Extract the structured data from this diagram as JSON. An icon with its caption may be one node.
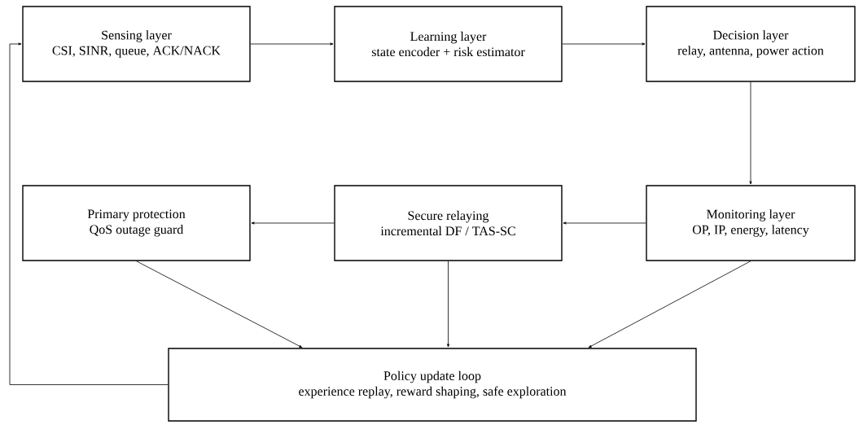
{
  "diagram": {
    "nodes": [
      {
        "text": [
          "Sensing layer",
          "CSI, SINR, queue, ACK/NACK"
        ]
      },
      {
        "text": [
          "Learning layer",
          "state encoder + risk estimator"
        ]
      },
      {
        "text": [
          "Decision layer",
          "relay, antenna, power action"
        ]
      },
      {
        "text": [
          "Primary protection",
          "QoS outage guard"
        ]
      },
      {
        "text": [
          "Secure relaying",
          "incremental DF / TAS-SC"
        ]
      },
      {
        "text": [
          "Monitoring layer",
          "OP, IP, energy, latency"
        ]
      },
      {
        "text": [
          "Policy update loop",
          "experience replay, reward shaping, safe exploration"
        ]
      }
    ],
    "edges": [
      {
        "from": 0,
        "to": 1,
        "arrow": "to"
      },
      {
        "from": 1,
        "to": 2,
        "arrow": "to"
      },
      {
        "from": 2,
        "to": 5,
        "arrow": "to"
      },
      {
        "from": 5,
        "to": 4,
        "arrow": "to"
      },
      {
        "from": 4,
        "to": 3,
        "arrow": "to"
      },
      {
        "from": 3,
        "to": 6,
        "arrow": "to"
      },
      {
        "from": 4,
        "to": 6,
        "arrow": "to"
      },
      {
        "from": 5,
        "to": 6,
        "arrow": "to"
      },
      {
        "from": 6,
        "to": 0,
        "arrow": "to"
      }
    ]
  }
}
